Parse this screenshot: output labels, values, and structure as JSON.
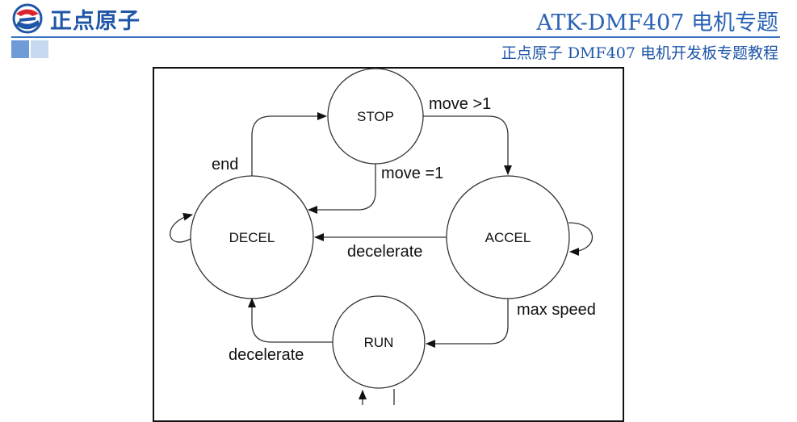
{
  "header": {
    "logo_text": "正点原子",
    "title": "ATK-DMF407 电机专题",
    "subtitle": "正点原子 DMF407 电机开发板专题教程"
  },
  "diagram": {
    "states": {
      "stop": "STOP",
      "decel": "DECEL",
      "accel": "ACCEL",
      "run": "RUN"
    },
    "transitions": {
      "move_gt_1": "move >1",
      "move_eq_1": "move =1",
      "end": "end",
      "decelerate_accel": "decelerate",
      "max_speed": "max speed",
      "decelerate_run": "decelerate"
    }
  },
  "colors": {
    "brand_blue": "#1f56a8",
    "line_blue": "#3a70c0",
    "diagram_stroke": "#333333"
  }
}
